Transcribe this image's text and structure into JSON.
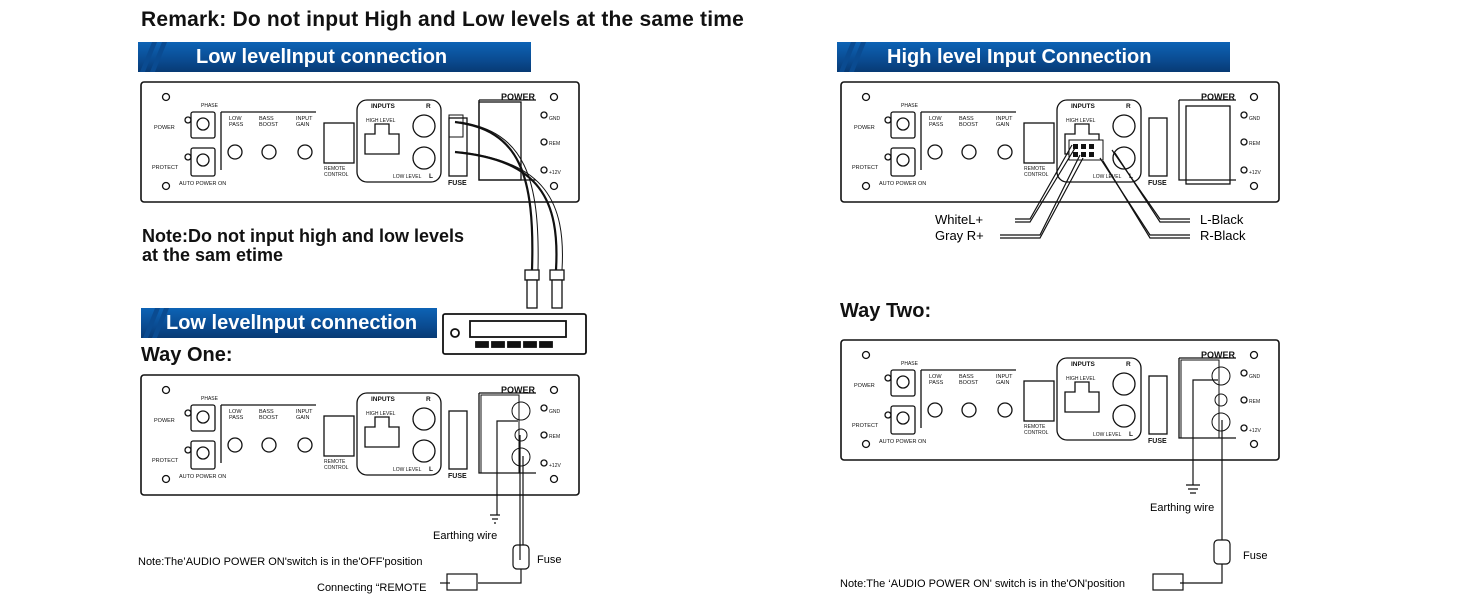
{
  "remark": "Remark: Do not input High and Low levels at the same time",
  "banners": {
    "low_top": "Low levelInput connection",
    "high": "High level Input Connection",
    "low_bottom": "Low levelInput connection"
  },
  "note_low": {
    "line1": "Note:Do not input high and low levels",
    "line2": "at the sam etime"
  },
  "way_one": "Way One:",
  "way_two": "Way Two:",
  "panel": {
    "phase": "PHASE",
    "power_led": "POWER",
    "protect_led": "PROTECT",
    "auto_power_on": "AUTO POWER ON",
    "low_pass": "LOW\nPASS",
    "bass_boost": "BASS\nBOOST",
    "input_gain": "INPUT\nGAIN",
    "inputs": "INPUTS",
    "high_level": "HIGH LEVEL",
    "low_level": "LOW LEVEL",
    "ch_r": "R",
    "ch_l": "L",
    "remote_control": "REMOTE\nCONTROL",
    "fuse": "FUSE",
    "power": "POWER",
    "gnd": "GND",
    "rem": "REM",
    "plus12v": "+12V"
  },
  "high_wires": {
    "white_l": "WhiteL+",
    "gray_r": "Gray R+",
    "l_black": "L-Black",
    "r_black": "R-Black"
  },
  "way_one_labels": {
    "earth": "Earthing wire",
    "note": "Note:The’AUDIO POWER ON'switch is in the'OFF'position",
    "fuse": "Fuse",
    "connecting": "Connecting “REMOTE"
  },
  "way_two_labels": {
    "earth": "Earthing wire",
    "fuse": "Fuse",
    "note": "Note:The ‘AUDIO POWER ON' switch is in the'ON'position"
  }
}
